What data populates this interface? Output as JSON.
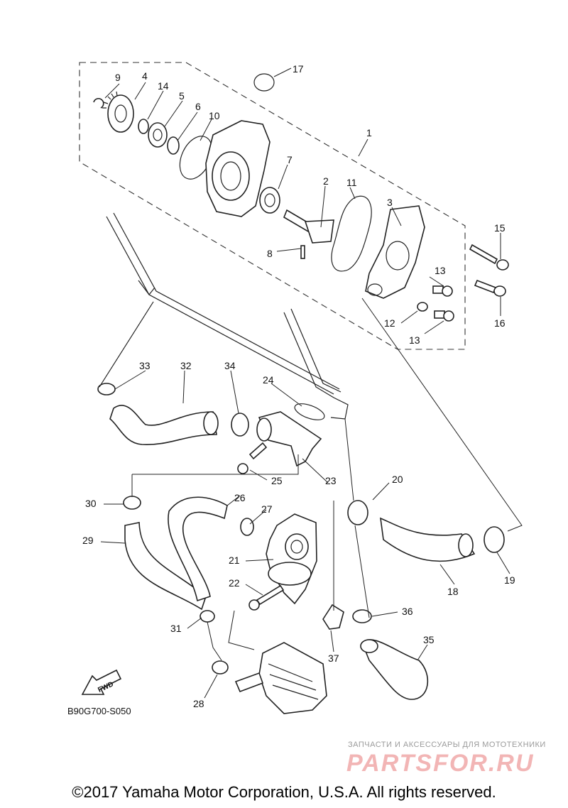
{
  "callouts": {
    "c1": "1",
    "c2": "2",
    "c3": "3",
    "c4": "4",
    "c5": "5",
    "c6": "6",
    "c7": "7",
    "c8": "8",
    "c9": "9",
    "c10": "10",
    "c11": "11",
    "c12": "12",
    "c13a": "13",
    "c13b": "13",
    "c14": "14",
    "c15": "15",
    "c16": "16",
    "c17": "17",
    "c18": "18",
    "c19": "19",
    "c20": "20",
    "c21": "21",
    "c22": "22",
    "c23": "23",
    "c24": "24",
    "c25": "25",
    "c26": "26",
    "c27": "27",
    "c28": "28",
    "c29": "29",
    "c30": "30",
    "c31": "31",
    "c32": "32",
    "c33": "33",
    "c34": "34",
    "c35": "35",
    "c36": "36",
    "c37": "37"
  },
  "fwd_label": "FWD",
  "diagram_code": "B90G700-S050",
  "watermark": {
    "tagline": "ЗАПЧАСТИ И АКСЕССУАРЫ ДЛЯ МОТОТЕХНИКИ",
    "logo": "PARTSFOR.RU"
  },
  "copyright": "©2017 Yamaha Motor Corporation, U.S.A. All rights reserved."
}
